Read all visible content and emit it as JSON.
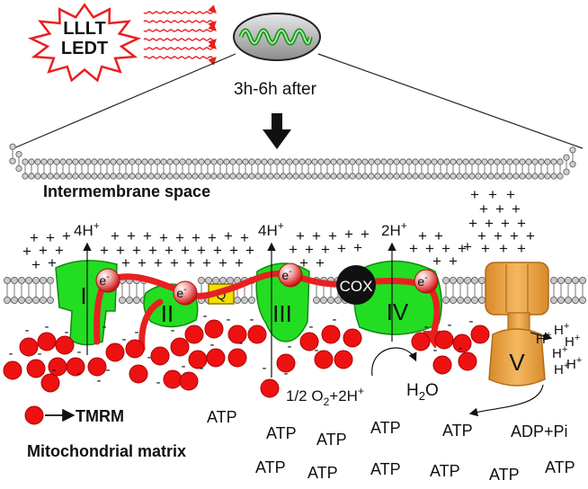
{
  "starburst": {
    "line1": "LLLT",
    "line2": "LEDT"
  },
  "timing": "3h-6h after",
  "regions": {
    "intermembrane": "Intermembrane space",
    "matrix": "Mitochondrial matrix"
  },
  "complexes": {
    "c1": "I",
    "c2": "II",
    "c3": "III",
    "c4": "IV",
    "c5": "V",
    "q": "Q",
    "cox": "COX"
  },
  "electron": {
    "label": "e",
    "sup": "-"
  },
  "protons": {
    "c1_base": "4H",
    "c1_sup": "+",
    "c3_base": "4H",
    "c3_sup": "+",
    "c4_base": "2H",
    "c4_sup": "+",
    "h": "H",
    "h_sup": "+"
  },
  "reaction": {
    "prefix": "1/2 O",
    "o_sub": "2",
    "mid": "+2H",
    "mid_sup": "+",
    "water_h": "H",
    "water_sub": "2",
    "water_o": "O",
    "adp": "ADP+Pi"
  },
  "legend": {
    "tmrm": "TMRM"
  },
  "atp": "ATP",
  "plus": "+",
  "minus": "-",
  "colors": {
    "complex_green": "#22dd22",
    "complex_green_dark": "#118811",
    "synthase_orange": "#e8a040",
    "electron_red": "#e82020",
    "tmrm_red": "#ee1111",
    "q_yellow": "#f0e000",
    "cox_black": "#111111",
    "membrane_grey": "#b8b8b8"
  }
}
